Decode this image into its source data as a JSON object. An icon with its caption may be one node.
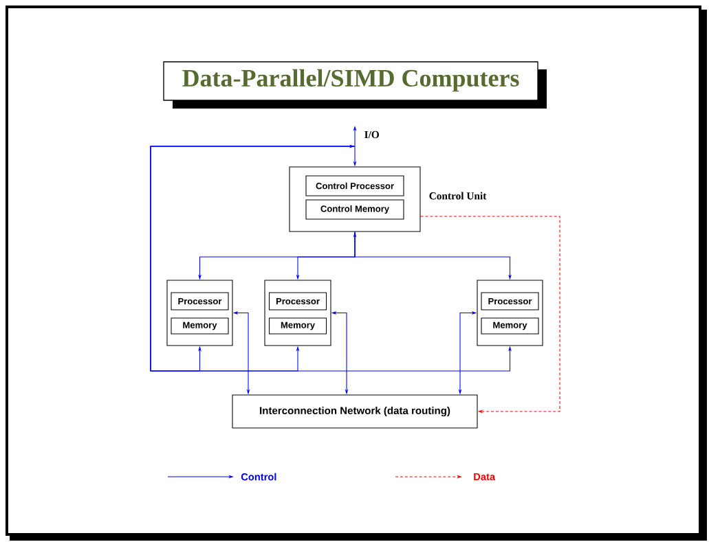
{
  "diagram": {
    "title": "Data-Parallel/SIMD Computers",
    "nodes": [
      {
        "text": [
          "Control Unit"
        ]
      },
      {
        "text": [
          "Control Processor"
        ],
        "in": 0
      },
      {
        "text": [
          "Control Memory"
        ],
        "in": 0
      },
      {
        "text": [],
        "shape": "box"
      },
      {
        "text": [
          "Processor"
        ],
        "in": 3
      },
      {
        "text": [
          "Memory"
        ],
        "in": 3
      },
      {
        "text": [],
        "shape": "box"
      },
      {
        "text": [
          "Processor"
        ],
        "in": 6
      },
      {
        "text": [
          "Memory"
        ],
        "in": 6
      },
      {
        "text": [],
        "shape": "box"
      },
      {
        "text": [
          "Processor"
        ],
        "in": 9
      },
      {
        "text": [
          "Memory"
        ],
        "in": 9
      },
      {
        "text": [
          "Interconnection Network (data routing)"
        ]
      }
    ],
    "edges": [
      {
        "from": null,
        "to": 0,
        "arrow": "both",
        "label": "I/O"
      },
      {
        "from": 0,
        "to": 3,
        "arrow": "both"
      },
      {
        "from": 0,
        "to": 6,
        "arrow": "to"
      },
      {
        "from": 0,
        "to": 9,
        "arrow": "to"
      },
      {
        "from": null,
        "to": 3,
        "arrow": "both"
      },
      {
        "from": null,
        "to": 6,
        "arrow": "to"
      },
      {
        "from": null,
        "to": 9,
        "arrow": "to"
      },
      {
        "from": 3,
        "to": 12,
        "arrow": "both"
      },
      {
        "from": 6,
        "to": 12,
        "arrow": "both"
      },
      {
        "from": 9,
        "to": 12,
        "arrow": "both"
      },
      {
        "from": 0,
        "to": 12,
        "arrow": "to",
        "style": "dashed",
        "color": "#ff0000"
      }
    ],
    "legend": [
      {
        "text": "Control"
      },
      {
        "text": "Data"
      }
    ]
  }
}
